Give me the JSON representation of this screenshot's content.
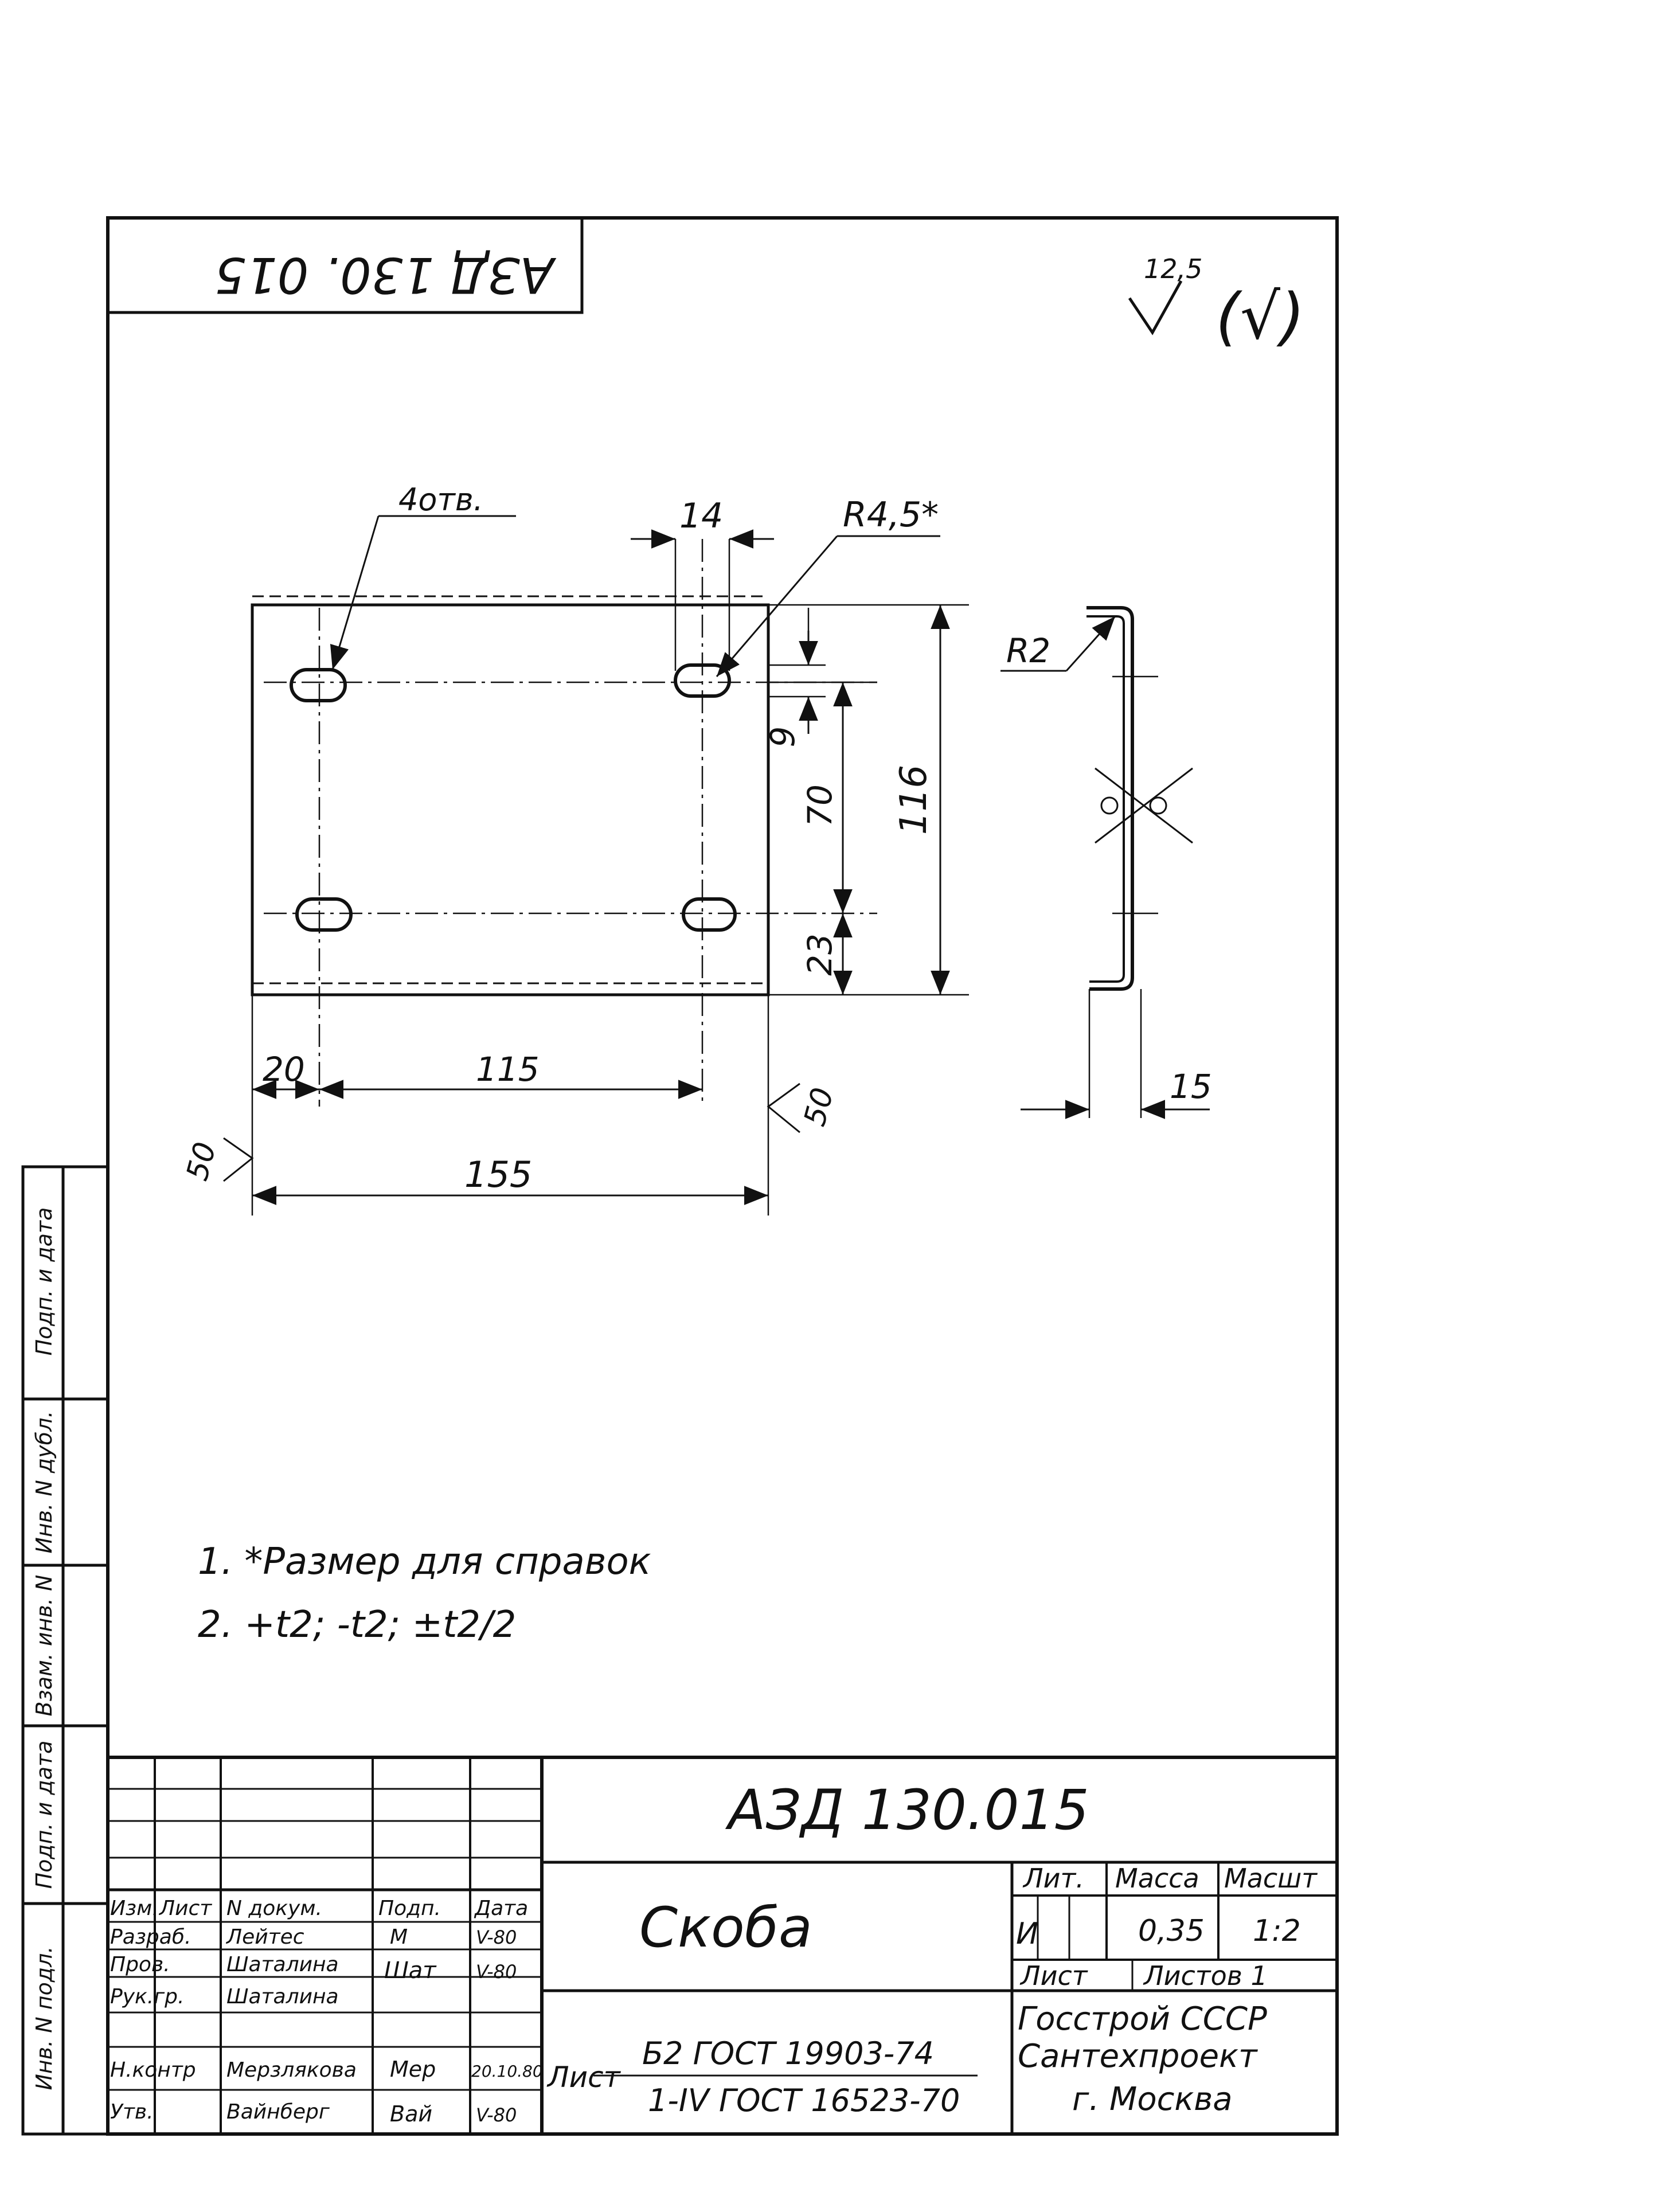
{
  "drawing": {
    "rotated_code": "АЗД 130. 015",
    "roughness_value": "12,5",
    "roughness_symbol": "(√)",
    "hole_count_label": "4отв.",
    "dim_slot_width": "14",
    "dim_radius_slot": "R4,5*",
    "dim_9": "9",
    "dim_70": "70",
    "dim_23": "23",
    "dim_116": "116",
    "dim_20": "20",
    "dim_115": "115",
    "dim_155": "155",
    "dim_50_left": "50",
    "dim_50_right": "50",
    "dim_r2": "R2",
    "dim_15": "15"
  },
  "notes": [
    "1. *Размер для справок",
    "2. +t2; -t2; ±t2/2"
  ],
  "side_stamp": [
    "Инв. N подл.",
    "Подп. и дата",
    "Взам. инв. N",
    "Инв. N дубл.",
    "Подп. и дата"
  ],
  "title_block": {
    "doc_code": "АЗД 130.015",
    "part_name": "Скоба",
    "headers": [
      "Изм.",
      "Лист",
      "N докум.",
      "Подп.",
      "Дата"
    ],
    "rows": [
      {
        "role": "Разраб.",
        "name": "Лейтес",
        "sign": "М",
        "date": "V-80"
      },
      {
        "role": "Пров.",
        "name": "Шаталина",
        "sign": "Шат",
        "date": "V-80"
      },
      {
        "role": "Рук.гр.",
        "name": "Шаталина",
        "sign": "",
        "date": ""
      },
      {
        "role": "",
        "name": "",
        "sign": "",
        "date": ""
      },
      {
        "role": "Н.контр",
        "name": "Мерзлякова",
        "sign": "Мер",
        "date": "20.10.80"
      },
      {
        "role": "Утв.",
        "name": "Вайнберг",
        "sign": "Вай",
        "date": "V-80"
      }
    ],
    "lit_label": "Лит.",
    "mass_label": "Масса",
    "scale_label": "Масшт",
    "lit_value": "И",
    "mass_value": "0,35",
    "scale_value": "1:2",
    "sheet_label": "Лист",
    "sheets_label": "Листов 1",
    "material_prefix": "Лист",
    "material_line1": "Б2 ГОСТ 19903-74",
    "material_line2": "1-IV ГОСТ 16523-70",
    "org_line1": "Госстрой СССР",
    "org_line2": "Сантехпроект",
    "org_line3": "г. Москва"
  },
  "colors": {
    "ink": "#111111",
    "paper": "#ffffff"
  }
}
